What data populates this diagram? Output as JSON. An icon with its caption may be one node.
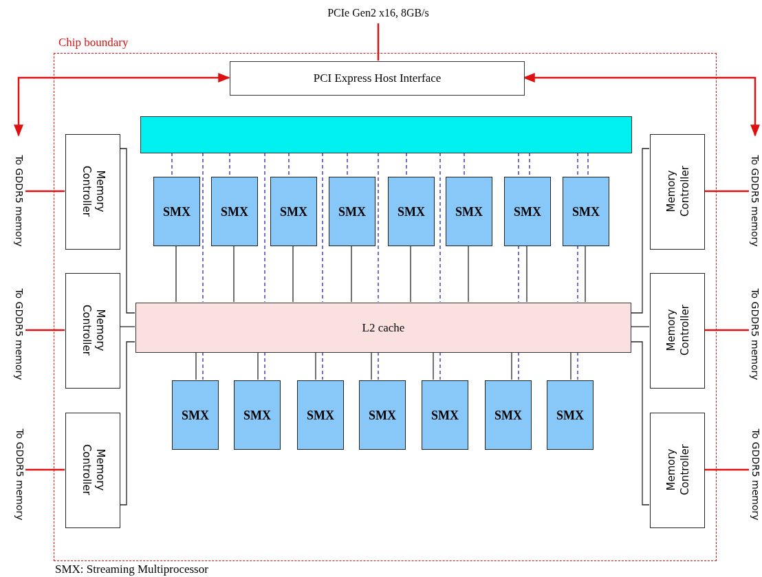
{
  "diagram": {
    "nodes": [
      {
        "text": [
          "Chip boundary"
        ]
      },
      {
        "text": [
          "PCIe Gen2 x16, 8GB/s"
        ]
      },
      {
        "text": [
          "PCI Express Host Interface"
        ],
        "in": 0
      },
      {
        "text": [],
        "shape": "box",
        "in": 0
      },
      {
        "text": [
          "SMX"
        ],
        "in": 0
      },
      {
        "text": [
          "SMX"
        ],
        "in": 0
      },
      {
        "text": [
          "SMX"
        ],
        "in": 0
      },
      {
        "text": [
          "SMX"
        ],
        "in": 0
      },
      {
        "text": [
          "SMX"
        ],
        "in": 0
      },
      {
        "text": [
          "SMX"
        ],
        "in": 0
      },
      {
        "text": [
          "SMX"
        ],
        "in": 0
      },
      {
        "text": [
          "SMX"
        ],
        "in": 0
      },
      {
        "text": [
          "L2 cache"
        ],
        "in": 0
      },
      {
        "text": [
          "SMX"
        ],
        "in": 0
      },
      {
        "text": [
          "SMX"
        ],
        "in": 0
      },
      {
        "text": [
          "SMX"
        ],
        "in": 0
      },
      {
        "text": [
          "SMX"
        ],
        "in": 0
      },
      {
        "text": [
          "SMX"
        ],
        "in": 0
      },
      {
        "text": [
          "SMX"
        ],
        "in": 0
      },
      {
        "text": [
          "SMX"
        ],
        "in": 0
      },
      {
        "text": [
          "Memory Controller"
        ],
        "in": 0
      },
      {
        "text": [
          "Memory Controller"
        ],
        "in": 0
      },
      {
        "text": [
          "Memory Controller"
        ],
        "in": 0
      },
      {
        "text": [
          "Memory Controller"
        ],
        "in": 0
      },
      {
        "text": [
          "Memory Controller"
        ],
        "in": 0
      },
      {
        "text": [
          "Memory Controller"
        ],
        "in": 0
      },
      {
        "text": [
          "To GDDR5 memory"
        ]
      },
      {
        "text": [
          "To GDDR5 memory"
        ]
      },
      {
        "text": [
          "To GDDR5 memory"
        ]
      },
      {
        "text": [
          "To GDDR5 memory"
        ]
      },
      {
        "text": [
          "To GDDR5 memory"
        ]
      },
      {
        "text": [
          "To GDDR5 memory"
        ]
      }
    ],
    "edges": [
      {
        "from": 1,
        "to": 2,
        "arrow": "none",
        "color": "#dd1111"
      },
      {
        "from": 2,
        "to": 26,
        "arrow": "both",
        "color": "#dd1111"
      },
      {
        "from": 2,
        "to": 29,
        "arrow": "both",
        "color": "#dd1111"
      },
      {
        "from": 20,
        "to": 26,
        "arrow": "none",
        "color": "#dd1111"
      },
      {
        "from": 21,
        "to": 27,
        "arrow": "none",
        "color": "#dd1111"
      },
      {
        "from": 22,
        "to": 28,
        "arrow": "none",
        "color": "#dd1111"
      },
      {
        "from": 23,
        "to": 29,
        "arrow": "none",
        "color": "#dd1111"
      },
      {
        "from": 24,
        "to": 30,
        "arrow": "none",
        "color": "#dd1111"
      },
      {
        "from": 25,
        "to": 31,
        "arrow": "none",
        "color": "#dd1111"
      },
      {
        "from": 3,
        "to": 4,
        "arrow": "none",
        "style": "dashed"
      },
      {
        "from": 3,
        "to": 5,
        "arrow": "none",
        "style": "dashed"
      },
      {
        "from": 3,
        "to": 6,
        "arrow": "none",
        "style": "dashed"
      },
      {
        "from": 3,
        "to": 7,
        "arrow": "none",
        "style": "dashed"
      },
      {
        "from": 3,
        "to": 8,
        "arrow": "none",
        "style": "dashed"
      },
      {
        "from": 3,
        "to": 9,
        "arrow": "none",
        "style": "dashed"
      },
      {
        "from": 3,
        "to": 10,
        "arrow": "none",
        "style": "dashed"
      },
      {
        "from": 3,
        "to": 11,
        "arrow": "none",
        "style": "dashed"
      },
      {
        "from": 3,
        "to": 12,
        "arrow": "none",
        "style": "dashed"
      },
      {
        "from": 3,
        "to": 12,
        "arrow": "none",
        "style": "dashed"
      },
      {
        "from": 3,
        "to": 12,
        "arrow": "none",
        "style": "dashed"
      },
      {
        "from": 3,
        "to": 12,
        "arrow": "none",
        "style": "dashed"
      },
      {
        "from": 3,
        "to": 12,
        "arrow": "none",
        "style": "dashed"
      },
      {
        "from": 3,
        "to": 10,
        "arrow": "none",
        "style": "dashed"
      },
      {
        "from": 10,
        "to": 12,
        "arrow": "none",
        "style": "dashed"
      },
      {
        "from": 3,
        "to": 11,
        "arrow": "none",
        "style": "dashed"
      },
      {
        "from": 11,
        "to": 12,
        "arrow": "none",
        "style": "dashed"
      },
      {
        "from": 12,
        "to": 13,
        "arrow": "none",
        "style": "dashed"
      },
      {
        "from": 12,
        "to": 14,
        "arrow": "none",
        "style": "dashed"
      },
      {
        "from": 12,
        "to": 15,
        "arrow": "none",
        "style": "dashed"
      },
      {
        "from": 12,
        "to": 16,
        "arrow": "none",
        "style": "dashed"
      },
      {
        "from": 12,
        "to": 17,
        "arrow": "none",
        "style": "dashed"
      },
      {
        "from": 12,
        "to": 18,
        "arrow": "none",
        "style": "dashed"
      },
      {
        "from": 12,
        "to": 19,
        "arrow": "none",
        "style": "dashed"
      },
      {
        "from": 4,
        "to": 12,
        "arrow": "none",
        "color": "#222222"
      },
      {
        "from": 5,
        "to": 12,
        "arrow": "none",
        "color": "#222222"
      },
      {
        "from": 6,
        "to": 12,
        "arrow": "none",
        "color": "#222222"
      },
      {
        "from": 7,
        "to": 12,
        "arrow": "none",
        "color": "#222222"
      },
      {
        "from": 8,
        "to": 12,
        "arrow": "none",
        "color": "#222222"
      },
      {
        "from": 9,
        "to": 12,
        "arrow": "none",
        "color": "#222222"
      },
      {
        "from": 10,
        "to": 12,
        "arrow": "none",
        "color": "#222222"
      },
      {
        "from": 11,
        "to": 12,
        "arrow": "none",
        "color": "#222222"
      },
      {
        "from": 12,
        "to": 13,
        "arrow": "none",
        "color": "#222222"
      },
      {
        "from": 12,
        "to": 14,
        "arrow": "none",
        "color": "#222222"
      },
      {
        "from": 12,
        "to": 15,
        "arrow": "none",
        "color": "#222222"
      },
      {
        "from": 12,
        "to": 16,
        "arrow": "none",
        "color": "#222222"
      },
      {
        "from": 12,
        "to": 17,
        "arrow": "none",
        "color": "#222222"
      },
      {
        "from": 12,
        "to": 18,
        "arrow": "none",
        "color": "#222222"
      },
      {
        "from": 12,
        "to": 19,
        "arrow": "none",
        "color": "#222222"
      },
      {
        "from": 20,
        "to": 12,
        "arrow": "none",
        "color": "#222222"
      },
      {
        "from": 21,
        "to": 12,
        "arrow": "none",
        "color": "#222222"
      },
      {
        "from": 22,
        "to": 12,
        "arrow": "none",
        "color": "#222222"
      },
      {
        "from": 23,
        "to": 12,
        "arrow": "none",
        "color": "#222222"
      },
      {
        "from": 24,
        "to": 12,
        "arrow": "none",
        "color": "#222222"
      },
      {
        "from": 25,
        "to": 12,
        "arrow": "none",
        "color": "#222222"
      }
    ],
    "labels": [
      "SMX: Streaming Multiprocessor"
    ]
  }
}
